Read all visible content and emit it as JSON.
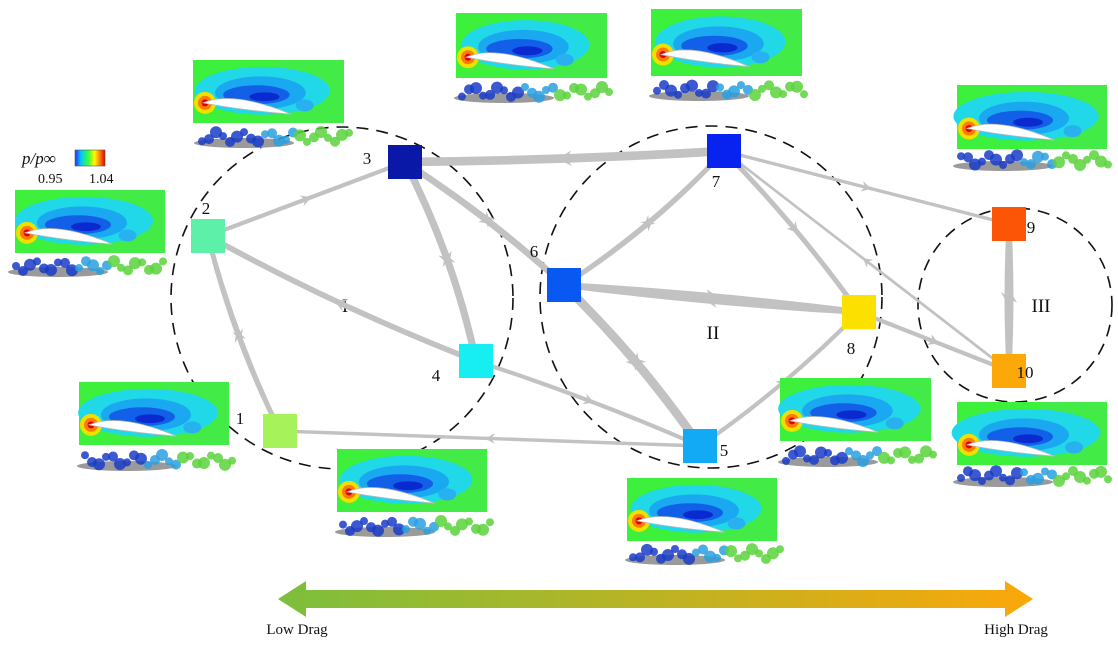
{
  "colorbar": {
    "label": "p/p∞",
    "min_label": "0.95",
    "max_label": "1.04",
    "colors": [
      "#2a2aff",
      "#00c8ff",
      "#3cff3c",
      "#ffff00",
      "#ff8000",
      "#e00000"
    ]
  },
  "nodes": [
    {
      "id": "1",
      "color": "#a6f25a"
    },
    {
      "id": "2",
      "color": "#5cf0a8"
    },
    {
      "id": "3",
      "color": "#0a18a8"
    },
    {
      "id": "4",
      "color": "#16eef2"
    },
    {
      "id": "5",
      "color": "#12aaf5"
    },
    {
      "id": "6",
      "color": "#0a58f2"
    },
    {
      "id": "7",
      "color": "#0822f0"
    },
    {
      "id": "8",
      "color": "#fbe000"
    },
    {
      "id": "9",
      "color": "#fc5505"
    },
    {
      "id": "10",
      "color": "#fba808"
    }
  ],
  "edges": [
    {
      "from": "1",
      "to": "2",
      "weight": 5
    },
    {
      "from": "2",
      "to": "1",
      "weight": 4
    },
    {
      "from": "2",
      "to": "3",
      "weight": 4
    },
    {
      "from": "4",
      "to": "2",
      "weight": 6
    },
    {
      "from": "3",
      "to": "4",
      "weight": 8
    },
    {
      "from": "4",
      "to": "3",
      "weight": 7
    },
    {
      "from": "3",
      "to": "6",
      "weight": 7
    },
    {
      "from": "6",
      "to": "3",
      "weight": 5
    },
    {
      "from": "7",
      "to": "3",
      "weight": 10
    },
    {
      "from": "6",
      "to": "7",
      "weight": 5
    },
    {
      "from": "7",
      "to": "6",
      "weight": 4
    },
    {
      "from": "7",
      "to": "8",
      "weight": 5
    },
    {
      "from": "7",
      "to": "9",
      "weight": 3
    },
    {
      "from": "6",
      "to": "8",
      "weight": 6
    },
    {
      "from": "8",
      "to": "6",
      "weight": 6
    },
    {
      "from": "6",
      "to": "5",
      "weight": 10
    },
    {
      "from": "5",
      "to": "6",
      "weight": 8
    },
    {
      "from": "4",
      "to": "5",
      "weight": 4
    },
    {
      "from": "5",
      "to": "1",
      "weight": 3
    },
    {
      "from": "5",
      "to": "8",
      "weight": 4
    },
    {
      "from": "8",
      "to": "10",
      "weight": 4
    },
    {
      "from": "9",
      "to": "10",
      "weight": 5
    },
    {
      "from": "10",
      "to": "9",
      "weight": 5
    },
    {
      "from": "10",
      "to": "7",
      "weight": 2
    }
  ],
  "clusters": [
    {
      "label": "I"
    },
    {
      "label": "II"
    },
    {
      "label": "III"
    }
  ],
  "arrow": {
    "left_label": "Low Drag",
    "right_label": "High Drag",
    "start_color": "#7cbf3c",
    "end_color": "#fba70a"
  },
  "theme": {
    "edge_color": "#c2c2c2",
    "circle_color": "#111111",
    "field_base": "#3cf03c"
  }
}
